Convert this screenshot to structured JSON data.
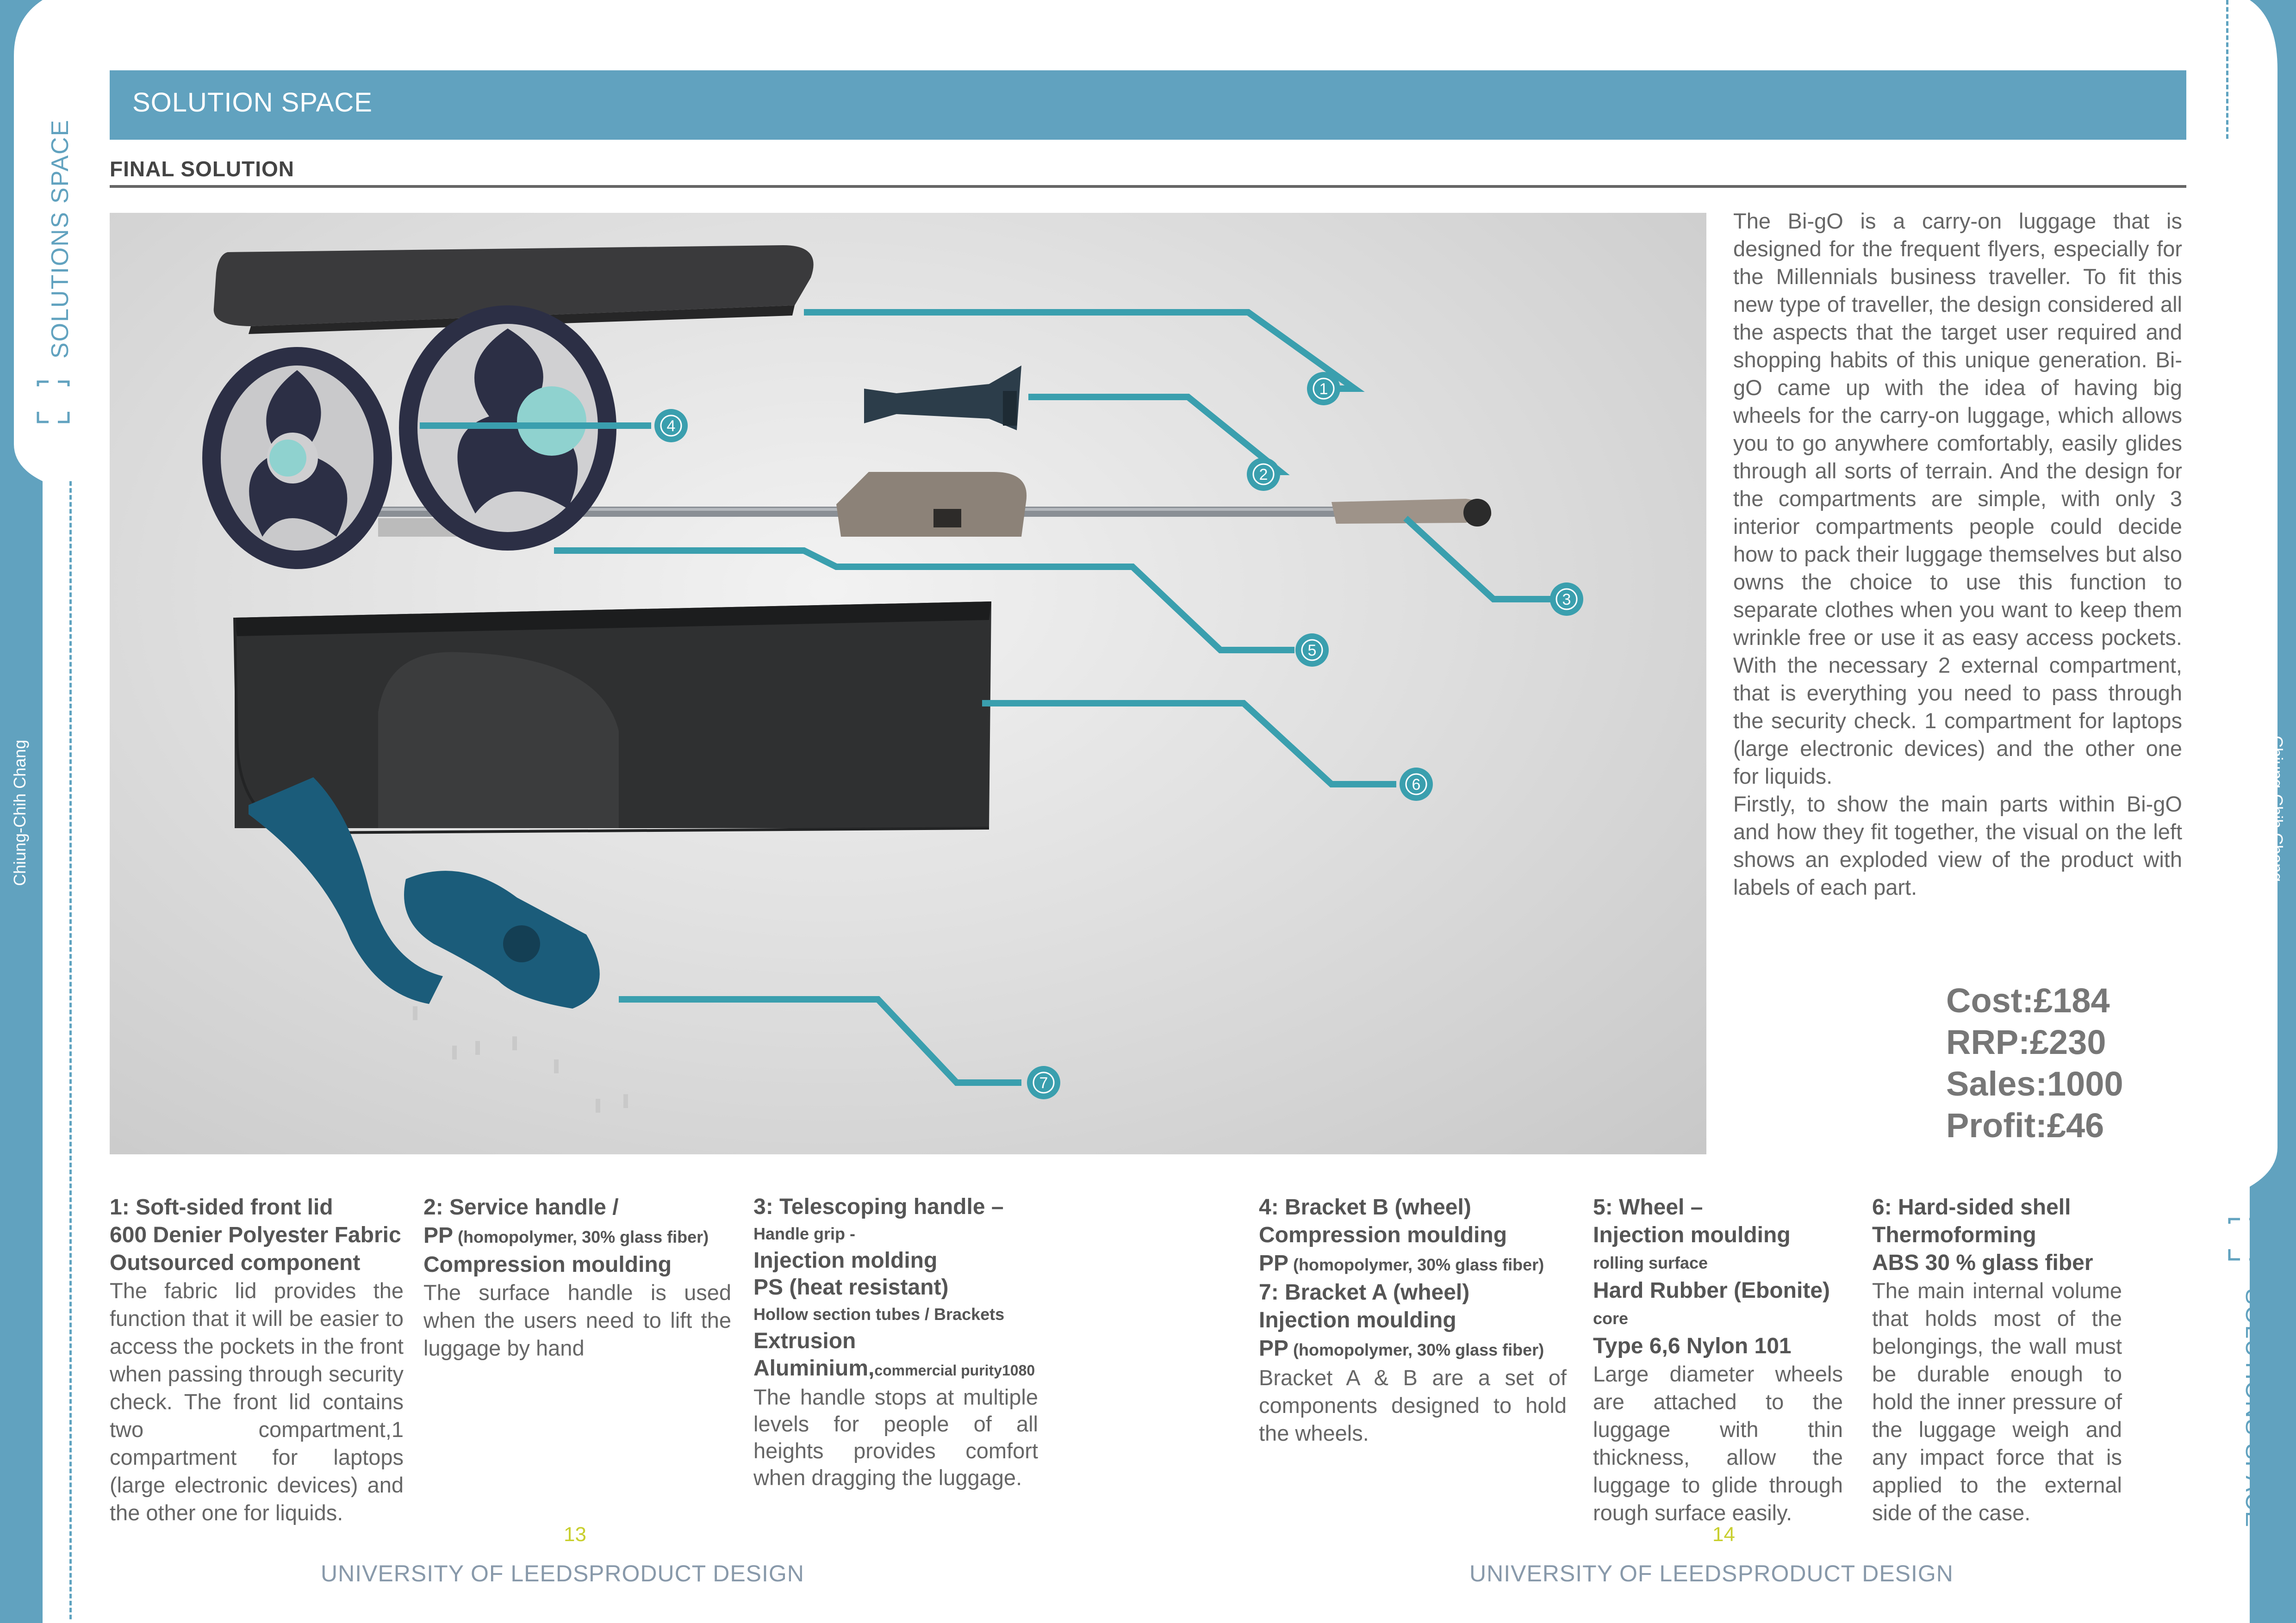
{
  "side": {
    "left_section": "SOLUTIONS SPACE",
    "right_section": "SOLUTIONS SPACE",
    "author_left": "Chiung-Chih Chang",
    "author_right": "Chiung-Chih Chang"
  },
  "header": {
    "banner_title": "SOLUTION SPACE",
    "subtitle": "FINAL SOLUTION"
  },
  "callouts": [
    "1",
    "2",
    "3",
    "4",
    "5",
    "6",
    "7"
  ],
  "intro": {
    "p1": "The Bi-gO is a carry-on luggage that is designed for the frequent flyers, especially for the Millennials business traveller. To fit this new type of traveller, the design considered all the aspects that the target user required and shopping habits of this unique generation. Bi-gO came up with the idea of having big wheels for the carry-on luggage, which allows you to go anywhere comfortably, easily glides through all sorts of terrain. And the design for the compartments are simple, with only 3 interior compartments people could decide how to pack their luggage themselves but also owns the choice to use this function to separate clothes when you want to keep them wrinkle free or use it as easy access pockets. With the necessary 2 external compartment, that is everything you need to pass through the security check. 1 compartment for laptops (large electronic devices) and the other one for liquids.",
    "p2": "Firstly, to show the main parts within Bi-gO and how they fit together, the visual on the left shows an exploded view of the product  with labels of each part."
  },
  "figures": {
    "cost": "Cost:£184",
    "rrp": "RRP:£230",
    "sales": "Sales:1000",
    "profit": "Profit:£46"
  },
  "parts": {
    "p1": {
      "title": "1: Soft-sided front lid",
      "material": "600 Denier Polyester Fabric",
      "process": "Outsourced component",
      "desc": "The fabric lid provides the function that it will be easier to access the pockets in the front when passing through security check. The front lid contains two compartment,1 compartment for laptops (large electronic devices) and the other one for liquids."
    },
    "p2": {
      "title": "2: Service handle /",
      "material": "PP",
      "material_note": " (homopolymer, 30% glass fiber)",
      "process": "Compression moulding",
      "desc": "The surface handle is used when the users need to lift the luggage by hand"
    },
    "p3": {
      "title": "3: Telescoping handle –",
      "sub1": "Handle grip -",
      "process1": "Injection molding",
      "material1": "PS (heat resistant)",
      "sub2": "Hollow section tubes / Brackets",
      "process2": "Extrusion",
      "material2": "Aluminium,",
      "material2_note": "commercial purity1080",
      "desc": "The handle stops at multiple levels for people of all heights provides comfort when dragging the luggage."
    },
    "p4": {
      "title": "4: Bracket B (wheel)",
      "process": "Compression moulding",
      "material": "PP",
      "material_note": " (homopolymer, 30% glass fiber)"
    },
    "p7": {
      "title": "7: Bracket A (wheel)",
      "process": "Injection moulding",
      "material": "PP",
      "material_note": " (homopolymer, 30% glass fiber)",
      "desc": "Bracket A & B are a set of components designed to hold the wheels."
    },
    "p5": {
      "title": "5: Wheel –",
      "process": "Injection moulding",
      "sub1": "rolling surface",
      "material1": "Hard Rubber (Ebonite)",
      "sub2": "core",
      "material2": "Type 6,6 Nylon 101",
      "desc": "Large diameter wheels are attached to the luggage with thin thickness, allow the luggage to glide through rough surface easily."
    },
    "p6": {
      "title": "6: Hard-sided shell",
      "process": "Thermoforming",
      "material": "ABS 30 % glass fiber",
      "desc": "The main internal volume that holds most of the belongings, the wall must be durable enough to hold the inner pressure of the luggage weigh and any impact force that is applied to the external side of the case."
    }
  },
  "footer": {
    "page_left": "13",
    "page_right": "14",
    "uni_left": "UNIVERSITY OF LEEDS",
    "dept_left": "PRODUCT DESIGN",
    "uni_right": "UNIVERSITY OF LEEDS",
    "dept_right": "PRODUCT DESIGN"
  },
  "colors": {
    "accent": "#61a2bf",
    "callout": "#3a9fae",
    "page_number": "#c8cf2e"
  }
}
